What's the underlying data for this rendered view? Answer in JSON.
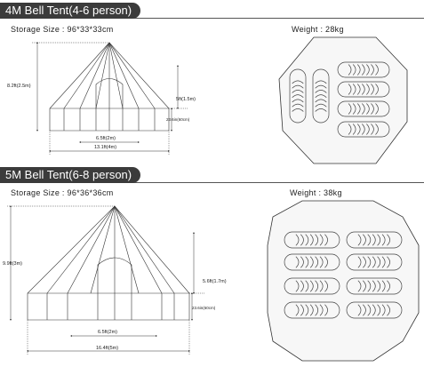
{
  "sections": [
    {
      "title": "4M Bell Tent(4-6 person)",
      "storage": "Storage Size : 96*33*33cm",
      "weight": "Weight : 28kg",
      "dims": {
        "height": "8.2ft(2.5m)",
        "wall_top": "5ft(1.5m)",
        "wall": "23.6in(60cm)",
        "door": "6.5ft(2m)",
        "diameter": "13.1ft(4m)"
      }
    },
    {
      "title": "5M Bell Tent(6-8 person)",
      "storage": "Storage Size : 96*36*36cm",
      "weight": "Weight : 38kg",
      "dims": {
        "height": "9.9ft(3m)",
        "wall_top": "5.6ft(1.7m)",
        "wall": "23.6in(60cm)",
        "door": "6.5ft(2m)",
        "diameter": "16.4ft(5m)"
      }
    }
  ],
  "colors": {
    "header_bg": "#3b3b3b",
    "line": "#333333",
    "floor_fill": "#f7f7f7"
  }
}
